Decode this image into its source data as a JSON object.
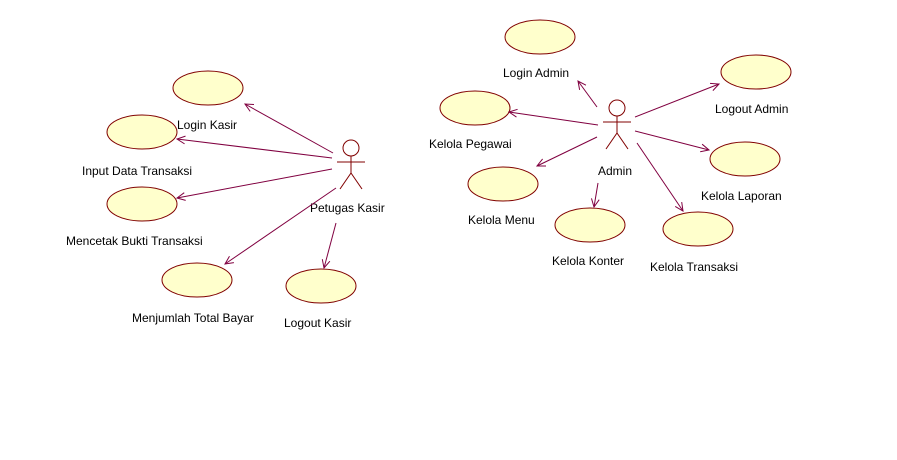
{
  "colors": {
    "background": "#ffffff",
    "usecase_fill": "#ffffcc",
    "usecase_stroke": "#800000",
    "association": "#800040",
    "actor": "#800000",
    "text": "#000000"
  },
  "actors": {
    "kasir": {
      "label": "Petugas Kasir",
      "icon": "stick-figure-actor"
    },
    "admin": {
      "label": "Admin",
      "icon": "stick-figure-actor"
    }
  },
  "usecases": {
    "login_kasir": "Login Kasir",
    "input_data_transaksi": "Input Data Transaksi",
    "mencetak_bukti_transaksi": "Mencetak Bukti Transaksi",
    "menjumlah_total_bayar": "Menjumlah Total Bayar",
    "logout_kasir": "Logout Kasir",
    "login_admin": "Login Admin",
    "logout_admin": "Logout Admin",
    "kelola_pegawai": "Kelola Pegawai",
    "kelola_menu": "Kelola Menu",
    "kelola_konter": "Kelola Konter",
    "kelola_transaksi": "Kelola Transaksi",
    "kelola_laporan": "Kelola Laporan"
  }
}
